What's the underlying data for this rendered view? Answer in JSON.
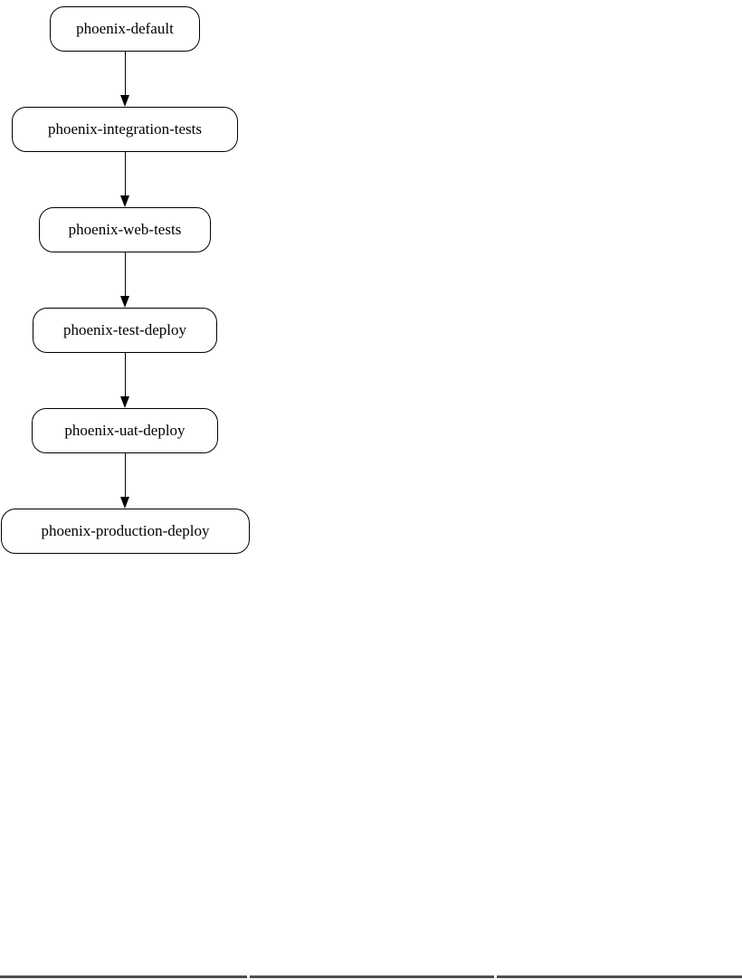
{
  "page": {
    "background_color": "#ffffff"
  },
  "diagram": {
    "type": "pipeline-flowchart",
    "direction": "top-to-bottom",
    "colors": {
      "node_fill": "#ffffff",
      "node_border": "#000000",
      "edge": "#000000",
      "label_text": "#000000"
    },
    "nodes": [
      {
        "id": "phoenix-default",
        "label": "phoenix-default"
      },
      {
        "id": "phoenix-integration-tests",
        "label": "phoenix-integration-tests"
      },
      {
        "id": "phoenix-web-tests",
        "label": "phoenix-web-tests"
      },
      {
        "id": "phoenix-test-deploy",
        "label": "phoenix-test-deploy"
      },
      {
        "id": "phoenix-uat-deploy",
        "label": "phoenix-uat-deploy"
      },
      {
        "id": "phoenix-production-deploy",
        "label": "phoenix-production-deploy"
      }
    ],
    "edges": [
      {
        "from": "phoenix-default",
        "to": "phoenix-integration-tests"
      },
      {
        "from": "phoenix-integration-tests",
        "to": "phoenix-web-tests"
      },
      {
        "from": "phoenix-web-tests",
        "to": "phoenix-test-deploy"
      },
      {
        "from": "phoenix-test-deploy",
        "to": "phoenix-uat-deploy"
      },
      {
        "from": "phoenix-uat-deploy",
        "to": "phoenix-production-deploy"
      }
    ]
  },
  "partial_table": {
    "visible_part": "top border only (cut off at bottom edge of screenshot)",
    "column_count": 3,
    "border_color": "#4f4f4f"
  }
}
